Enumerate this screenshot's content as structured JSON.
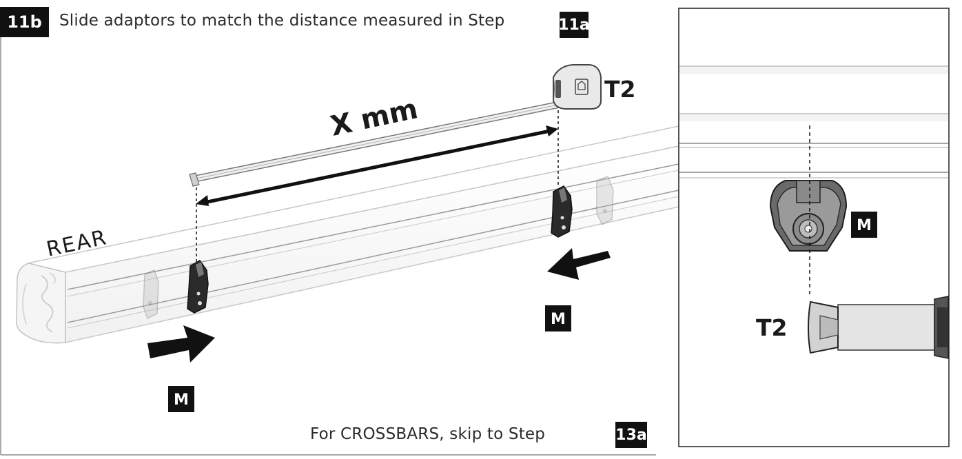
{
  "step": {
    "number": "11b",
    "instruction": "Slide adaptors to match the distance measured in Step",
    "ref_step": "11a"
  },
  "diagram": {
    "measurement_label": "X mm",
    "tool_label": "T2",
    "side_label": "REAR",
    "hand_label": "M"
  },
  "detail": {
    "hand_label": "M",
    "tool_label": "T2"
  },
  "footer": {
    "text": "For CROSSBARS, skip to Step",
    "ref_step": "13a"
  }
}
